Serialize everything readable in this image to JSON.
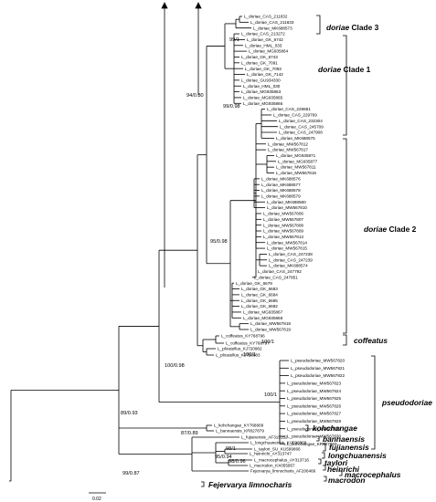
{
  "tree": {
    "leaves": [
      "L_doriae_CAS_211632",
      "L_doriae_CAS_211633",
      "L_doriae_MK688573",
      "L_doriae_CAS_213272",
      "L_doriae_GK_6742",
      "L_doriae_HML_033",
      "L_doriae_MG935864",
      "L_doriae_GK_6743",
      "L_doriae_GK_7091",
      "L_doriae_GK_7093",
      "L_doriae_GK_7142",
      "L_doriae_GU934330",
      "L_doriae_HML_030",
      "L_doriae_MG935863",
      "L_doriae_MG935865",
      "L_doriae_MG935866",
      "L_doriae_CAS_229681",
      "L_doriae_CAS_229769",
      "L_doriae_CAS_232304",
      "L_doriae_CAS_245709",
      "L_doriae_CAS_247908",
      "L_doriae_MK688575",
      "L_doriae_MW567812",
      "L_doriae_MW567817",
      "L_doriae_MG935871",
      "L_doriae_MG935877",
      "L_doriae_MW567811",
      "L_doriae_MW567816",
      "L_doriae_MK688576",
      "L_doriae_MK688577",
      "L_doriae_MK688578",
      "L_doriae_MK688579",
      "L_doriae_MK688580",
      "L_doriae_MW567810",
      "L_doriae_MW567806",
      "L_doriae_MW567807",
      "L_doriae_MW567808",
      "L_doriae_MW567809",
      "L_doriae_MW567813",
      "L_doriae_MW567814",
      "L_doriae_MW567815",
      "L_doriae_CAS_247238",
      "L_doriae_CAS_247239",
      "L_doriae_MK688574",
      "L_doriae_CAS_247792",
      "L_doriae_CAS_247851",
      "L_doriae_GK_6679",
      "L_doriae_GK_6683",
      "L_doriae_GK_6684",
      "L_doriae_GK_6685",
      "L_doriae_GK_6682",
      "L_doriae_MG935867",
      "L_doriae_MG935868",
      "L_doriae_MW567818",
      "L_doriae_MW567819",
      "L_coffeatus_KY768796",
      "L_coffeatus_KY768797",
      "L_plicatellus_KJ720982",
      "L_plicatellus_KJ720983",
      "L_pseudodoriae_MW567820",
      "L_pseudodoriae_MW567821",
      "L_pseudodoriae_MW567822",
      "L_pseudodoriae_MW567823",
      "L_pseudodoriae_MW567824",
      "L_pseudodoriae_MW567825",
      "L_pseudodoriae_MW567826",
      "L_pseudodoriae_MW567827",
      "L_pseudodoriae_MW567828",
      "L_pseudodoriae_MW567829",
      "L_pseudodoriae_MW567830",
      "L_kohchangae_KR827893",
      "L_kohchangae_KY768809",
      "L_bannaensis_KR827879",
      "L_fujianensis_AF315152",
      "L_longchuanensis_KU598868",
      "L_taylori_SU_KU599866",
      "L_heinrichi_AY313747",
      "L_macrocephalus_AY313716",
      "L_macrodon_KX055957",
      "Fejervarya_limnocharis_AF206466"
    ],
    "supports": {
      "clade3": "99/1",
      "clade1": "99/0.98",
      "doriae": "94/0.80",
      "clade2": "95/0.98",
      "coffeatus": "100/1",
      "plicatellus": "100/1",
      "pseudodoriae": "100/1",
      "group_a": "100/0.98",
      "kohchangae": "87/0.89",
      "ingroup": "89/0.93",
      "bannaensis": "98/1",
      "longchuanensis": "95/0.94",
      "taylori": "98/0.96",
      "outgroup": "99/0.87"
    },
    "clades": {
      "clade3_name": "doriae",
      "clade3_suffix": " Clade 3",
      "clade1_name": "doriae",
      "clade1_suffix": " Clade 1",
      "clade2_name": "doriae",
      "clade2_suffix": " Clade 2",
      "coffeatus": "coffeatus",
      "pseudodoriae": "pseudodoriae",
      "kohchangae": "kohchangae",
      "bannaensis": "bannaensis",
      "fujianensis": "fujianensis",
      "longchuanensis": "longchuanensis",
      "taylori": "taylori",
      "heinrichi": "heinrichi",
      "macrocephalus": "macrocephalus",
      "macrodon": "macrodon",
      "fejervarya": "Fejervarya limnocharis"
    },
    "scale_bar": "0.02"
  }
}
